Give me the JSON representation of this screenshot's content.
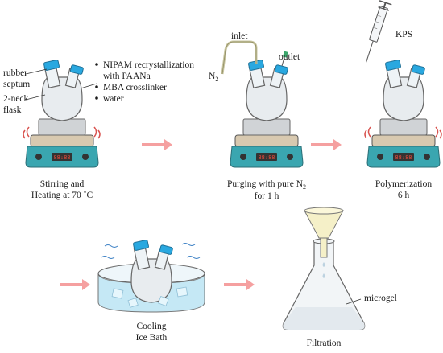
{
  "steps": {
    "stirring": {
      "caption_line1": "Stirring and",
      "caption_line2": "Heating at 70 ˚C",
      "label_rubber": "rubber",
      "label_septum": "septum",
      "label_2neck": "2-neck",
      "label_flask": "flask",
      "reagents": [
        "NIPAM recrystallization",
        "with PAANa",
        "MBA crosslinker",
        "water"
      ],
      "display_digits": "88:88"
    },
    "purging": {
      "caption_line1": "Purging with pure N",
      "caption_sub": "2",
      "caption_line2": "for 1 h",
      "label_inlet": "inlet",
      "label_outlet": "outlet",
      "label_n2": "N",
      "label_n2_sub": "2",
      "display_digits": "88:88"
    },
    "polymerization": {
      "caption_line1": "Polymerization",
      "caption_line2": "6 h",
      "label_kps": "KPS",
      "display_digits": "88:88"
    },
    "cooling": {
      "caption_line1": "Cooling",
      "caption_line2": "Ice Bath"
    },
    "filtration": {
      "caption": "Filtration",
      "label_microgel": "microgel"
    }
  },
  "colors": {
    "cap_blue": "#29a8e0",
    "plate_teal": "#3aa6b0",
    "arrow_pink": "#f5a0a0",
    "heat_red": "#d9534f",
    "ice_blue": "#bfe6f5",
    "flask_grey": "#e8ecef"
  }
}
